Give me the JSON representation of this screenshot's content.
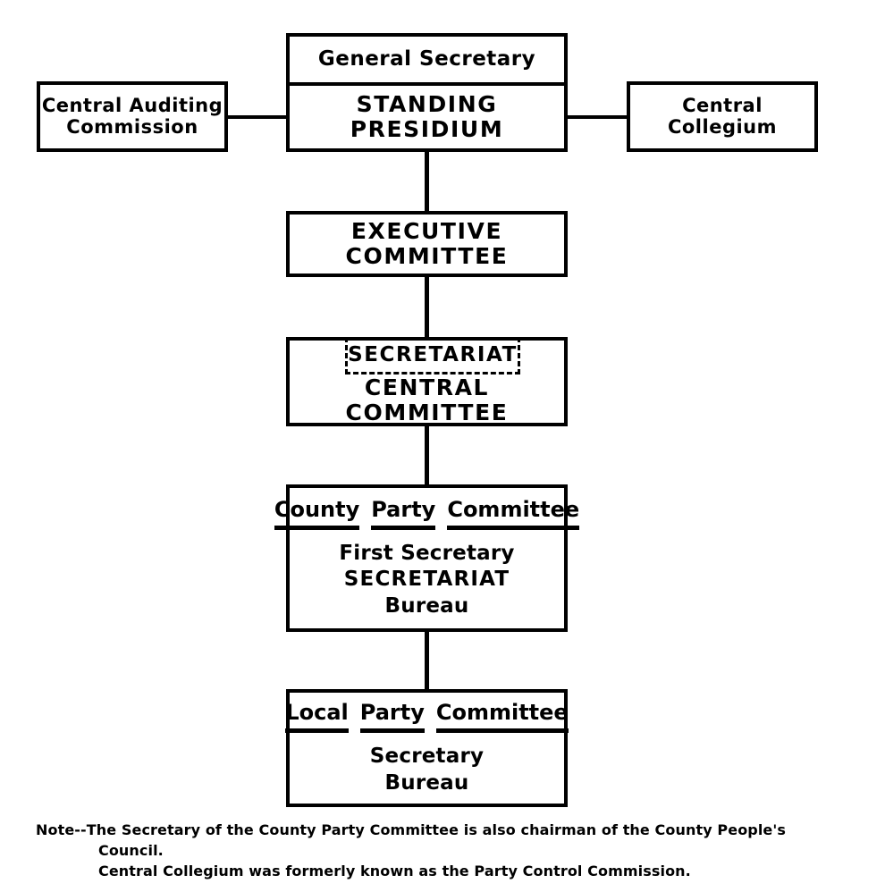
{
  "chart_data": {
    "type": "diagram",
    "title": "Party organizational hierarchy chart",
    "orientation": "vertical",
    "nodes": [
      {
        "id": "standing-presidium",
        "labels": [
          "General Secretary",
          "STANDING PRESIDIUM"
        ],
        "level": 1
      },
      {
        "id": "central-auditing",
        "labels": [
          "Central Auditing",
          "Commission"
        ],
        "level": 1,
        "side": "left"
      },
      {
        "id": "central-collegium",
        "labels": [
          "Central",
          "Collegium"
        ],
        "level": 1,
        "side": "right"
      },
      {
        "id": "executive-committee",
        "labels": [
          "EXECUTIVE COMMITTEE"
        ],
        "level": 2
      },
      {
        "id": "central-committee",
        "labels": [
          "SECRETARIAT",
          "CENTRAL COMMITTEE"
        ],
        "level": 3
      },
      {
        "id": "county-party",
        "labels": [
          "County Party Committee",
          "First Secretary",
          "SECRETARIAT",
          "Bureau"
        ],
        "level": 4
      },
      {
        "id": "local-party",
        "labels": [
          "Local Party Committee",
          "Secretary",
          "Bureau"
        ],
        "level": 5
      }
    ],
    "edges": [
      {
        "from": "central-auditing",
        "to": "standing-presidium"
      },
      {
        "from": "standing-presidium",
        "to": "central-collegium"
      },
      {
        "from": "standing-presidium",
        "to": "executive-committee"
      },
      {
        "from": "executive-committee",
        "to": "central-committee"
      },
      {
        "from": "central-committee",
        "to": "county-party"
      },
      {
        "from": "county-party",
        "to": "local-party"
      }
    ],
    "colors": {
      "line": "#000000",
      "background": "#ffffff",
      "text": "#000000"
    }
  },
  "standing_presidium": {
    "top_label": "General Secretary",
    "bottom_label": "STANDING PRESIDIUM"
  },
  "central_auditing": {
    "line1": "Central Auditing",
    "line2": "Commission"
  },
  "central_collegium": {
    "line1": "Central",
    "line2": "Collegium"
  },
  "executive_committee": {
    "label": "EXECUTIVE COMMITTEE"
  },
  "central_committee": {
    "secretariat_label": "SECRETARIAT",
    "label": "CENTRAL COMMITTEE"
  },
  "county_party": {
    "header_words": [
      "County",
      "Party",
      "Committee"
    ],
    "line1": "First Secretary",
    "line2": "SECRETARIAT",
    "line3": "Bureau"
  },
  "local_party": {
    "header_words": [
      "Local",
      "Party",
      "Committee"
    ],
    "line1": "Secretary",
    "line2": "Bureau"
  },
  "footnote": {
    "tag": "Note--",
    "line1": "The Secretary of the County Party Committee is also chairman of the County People's",
    "line2": "Council.",
    "line3": "Central Collegium was formerly known as the Party Control Commission."
  }
}
